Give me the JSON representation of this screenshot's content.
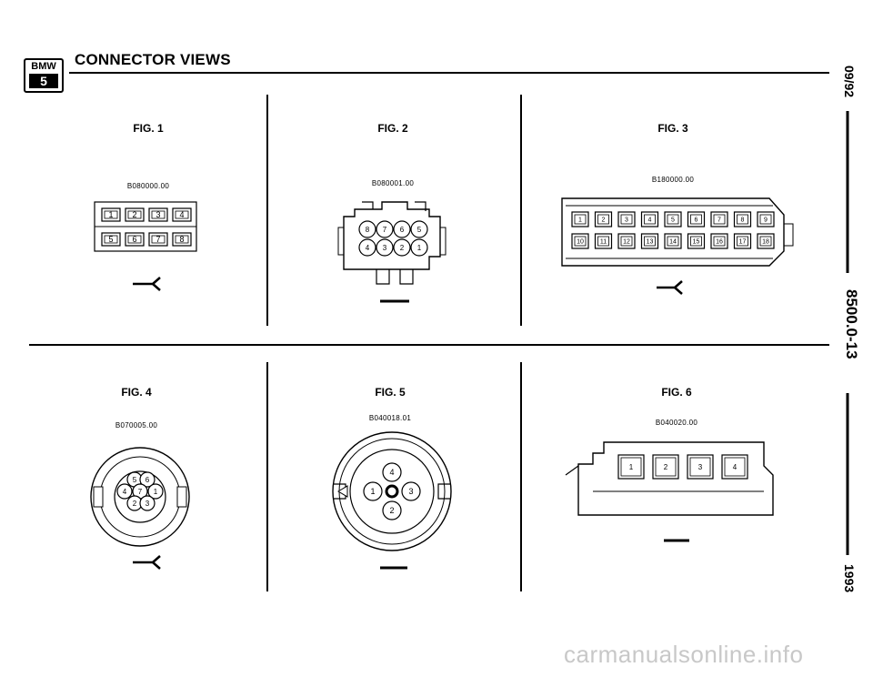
{
  "header": {
    "title": "CONNECTOR VIEWS",
    "logo_brand": "BMW",
    "logo_series": "5"
  },
  "side": {
    "date": "09/92",
    "section": "8500.0-13",
    "year": "1993"
  },
  "figures": [
    {
      "label": "FIG. 1",
      "part": "B080000.00",
      "pins": [
        "1",
        "2",
        "3",
        "4",
        "5",
        "6",
        "7",
        "8"
      ]
    },
    {
      "label": "FIG. 2",
      "part": "B080001.00",
      "pins": [
        "8",
        "7",
        "6",
        "5",
        "4",
        "3",
        "2",
        "1"
      ]
    },
    {
      "label": "FIG. 3",
      "part": "B180000.00",
      "pins": [
        "1",
        "2",
        "3",
        "4",
        "5",
        "6",
        "7",
        "8",
        "9",
        "10",
        "11",
        "12",
        "13",
        "14",
        "15",
        "16",
        "17",
        "18"
      ]
    },
    {
      "label": "FIG. 4",
      "part": "B070005.00",
      "pins": [
        "5",
        "6",
        "4",
        "7",
        "1",
        "2",
        "3"
      ]
    },
    {
      "label": "FIG. 5",
      "part": "B040018.01",
      "pins": [
        "4",
        "1",
        "3",
        "2"
      ]
    },
    {
      "label": "FIG. 6",
      "part": "B040020.00",
      "pins": [
        "1",
        "2",
        "3",
        "4"
      ]
    }
  ],
  "watermark": "carmanualsonline.info"
}
